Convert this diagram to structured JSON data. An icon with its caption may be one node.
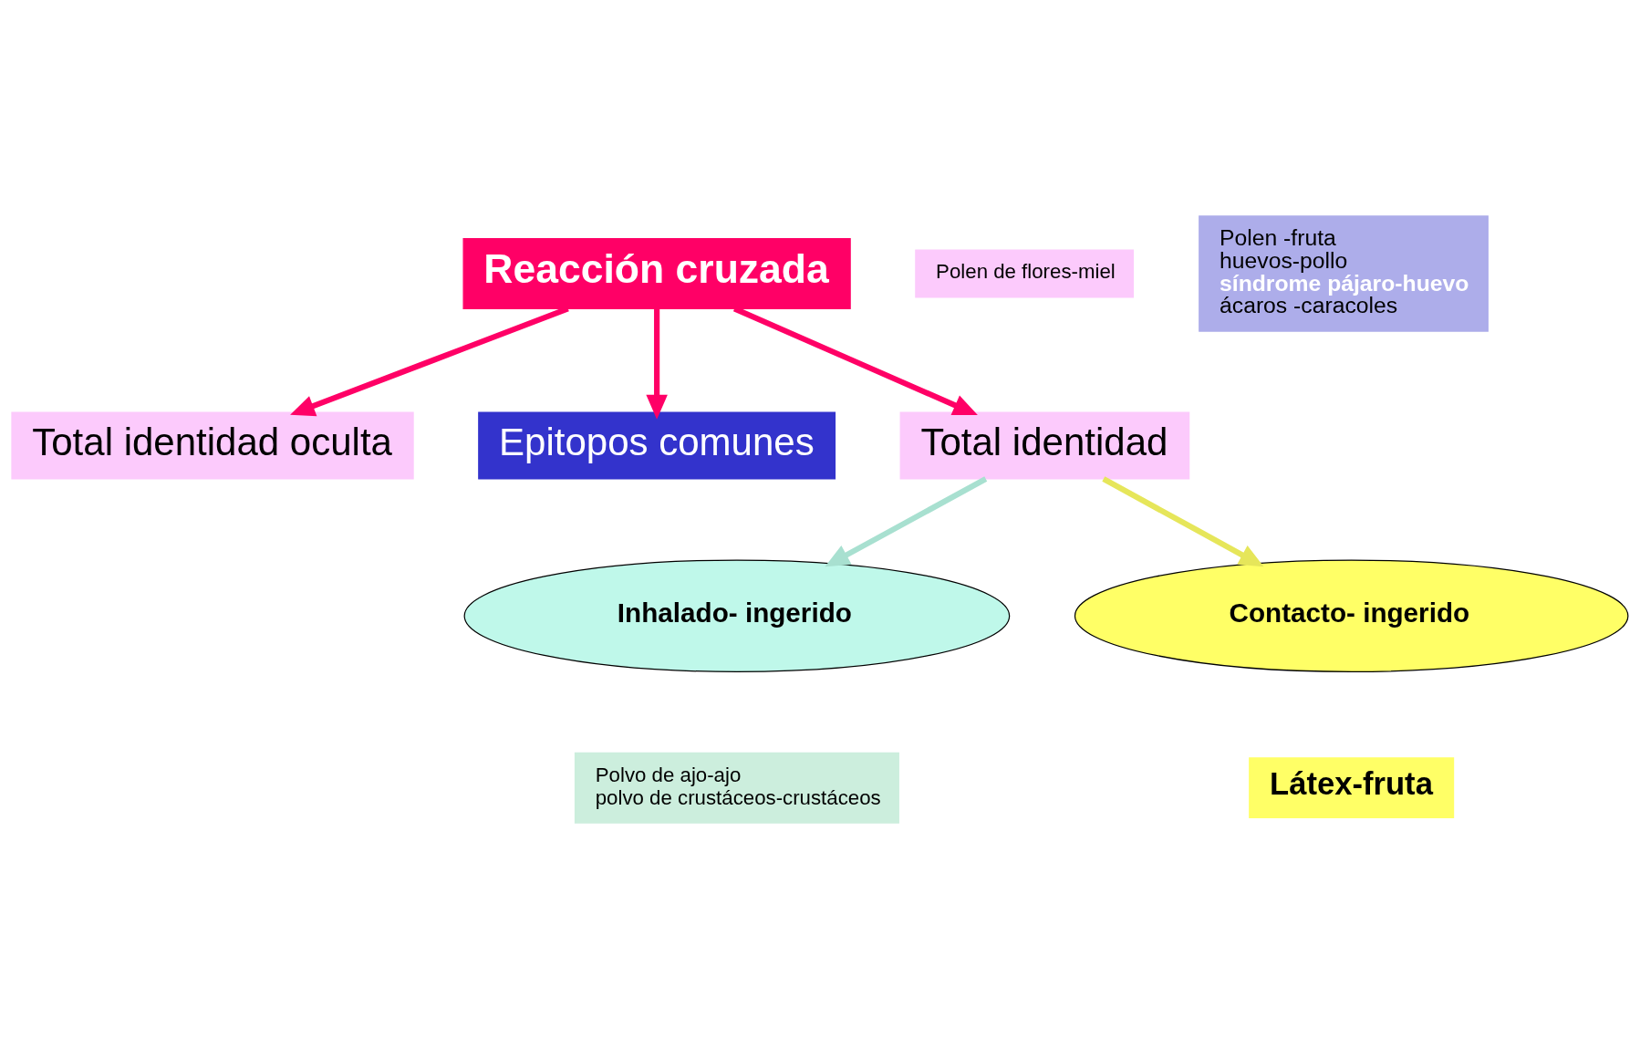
{
  "diagram": {
    "nodes": [
      {
        "text": [
          "Reacción cruzada"
        ]
      },
      {
        "text": [
          "Total identidad oculta"
        ]
      },
      {
        "text": [
          "Epitopos comunes"
        ]
      },
      {
        "text": [
          "Polen de flores-miel"
        ]
      },
      {
        "text": [
          "Polen -fruta",
          "huevos-pollo",
          "síndrome pájaro-huevo",
          "ácaros -caracoles"
        ]
      },
      {
        "text": [
          "Total identidad"
        ]
      },
      {
        "text": [
          "Inhalado- ingerido"
        ]
      },
      {
        "text": [
          "Contacto- ingerido"
        ]
      },
      {
        "text": [
          "Polvo de ajo-ajo",
          "polvo de crustáceos-crustáceos"
        ]
      },
      {
        "text": [
          "Látex-fruta"
        ]
      }
    ],
    "edges": [
      {
        "from": 0,
        "to": 1,
        "arrow": "to"
      },
      {
        "from": 0,
        "to": 2,
        "arrow": "to"
      },
      {
        "from": 0,
        "to": 5,
        "arrow": "to"
      },
      {
        "from": 5,
        "to": 6,
        "arrow": "to",
        "color": "#a8e0d0"
      },
      {
        "from": 5,
        "to": 7,
        "arrow": "to",
        "color": "#e6e65a"
      }
    ]
  }
}
